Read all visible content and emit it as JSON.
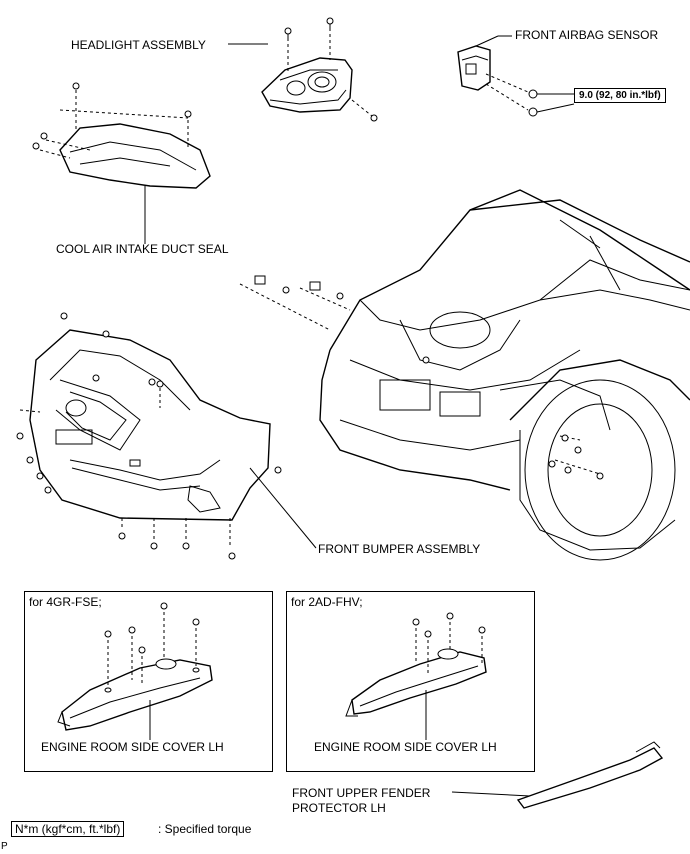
{
  "labels": {
    "headlight": "HEADLIGHT ASSEMBLY",
    "airbag_sensor": "FRONT AIRBAG SENSOR",
    "torque_value": "9.0 (92, 80 in.*lbf)",
    "duct_seal": "COOL AIR INTAKE DUCT SEAL",
    "bumper": "FRONT BUMPER ASSEMBLY",
    "panel_left_title": "for 4GR-FSE;",
    "panel_right_title": "for 2AD-FHV;",
    "side_cover_left": "ENGINE ROOM SIDE COVER LH",
    "side_cover_right": "ENGINE ROOM SIDE COVER LH",
    "fender_protector_line1": "FRONT UPPER FENDER",
    "fender_protector_line2": "PROTECTOR LH",
    "legend_unit": "N*m (kgf*cm, ft.*lbf)",
    "legend_text": ": Specified torque",
    "corner_mark": "P"
  }
}
